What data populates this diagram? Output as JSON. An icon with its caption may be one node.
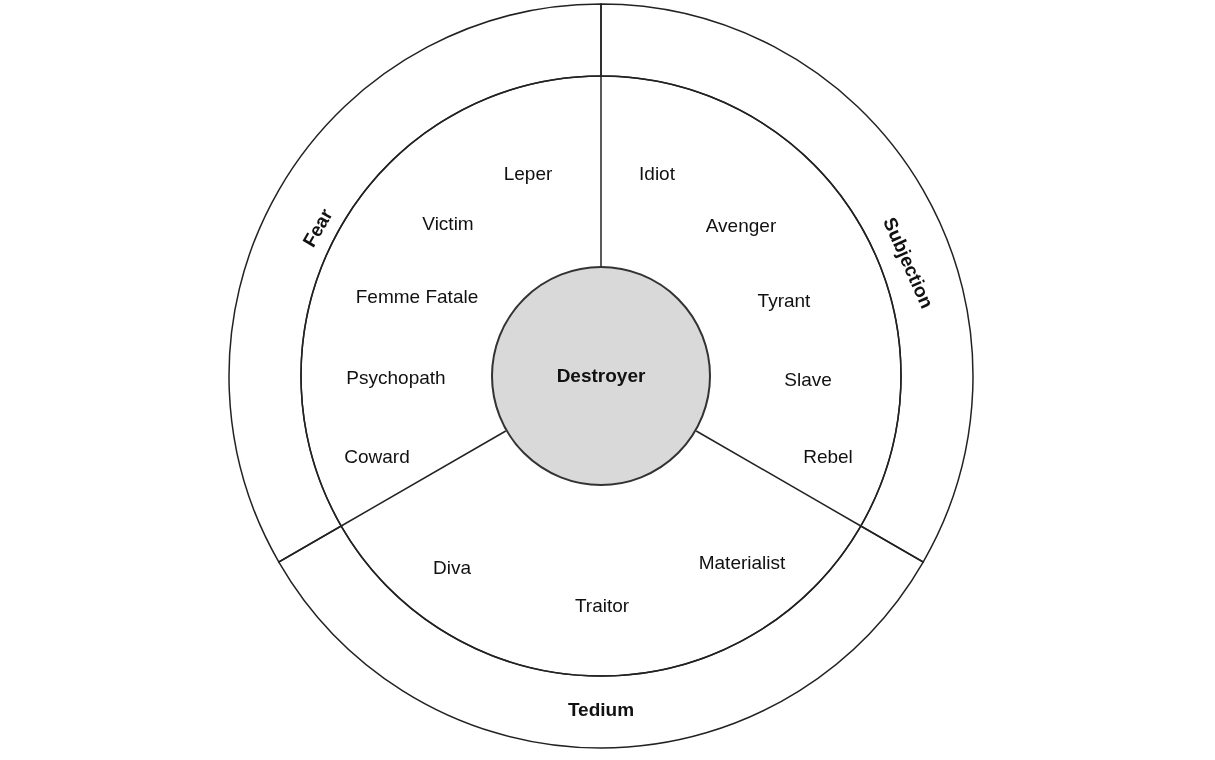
{
  "diagram": {
    "nodes": [
      {
        "text": [
          "Fear"
        ]
      },
      {
        "text": [
          "Subjection"
        ]
      },
      {
        "text": [
          "Destroyer"
        ]
      },
      {
        "text": [
          "Tedium"
        ]
      }
    ],
    "labels": [
      "Leper",
      "Idiot",
      "Victim",
      "Avenger",
      "Femme Fatale",
      "Tyrant",
      "Psychopath",
      "Slave",
      "Coward",
      "Rebel",
      "Diva",
      "Materialist",
      "Traitor"
    ]
  }
}
